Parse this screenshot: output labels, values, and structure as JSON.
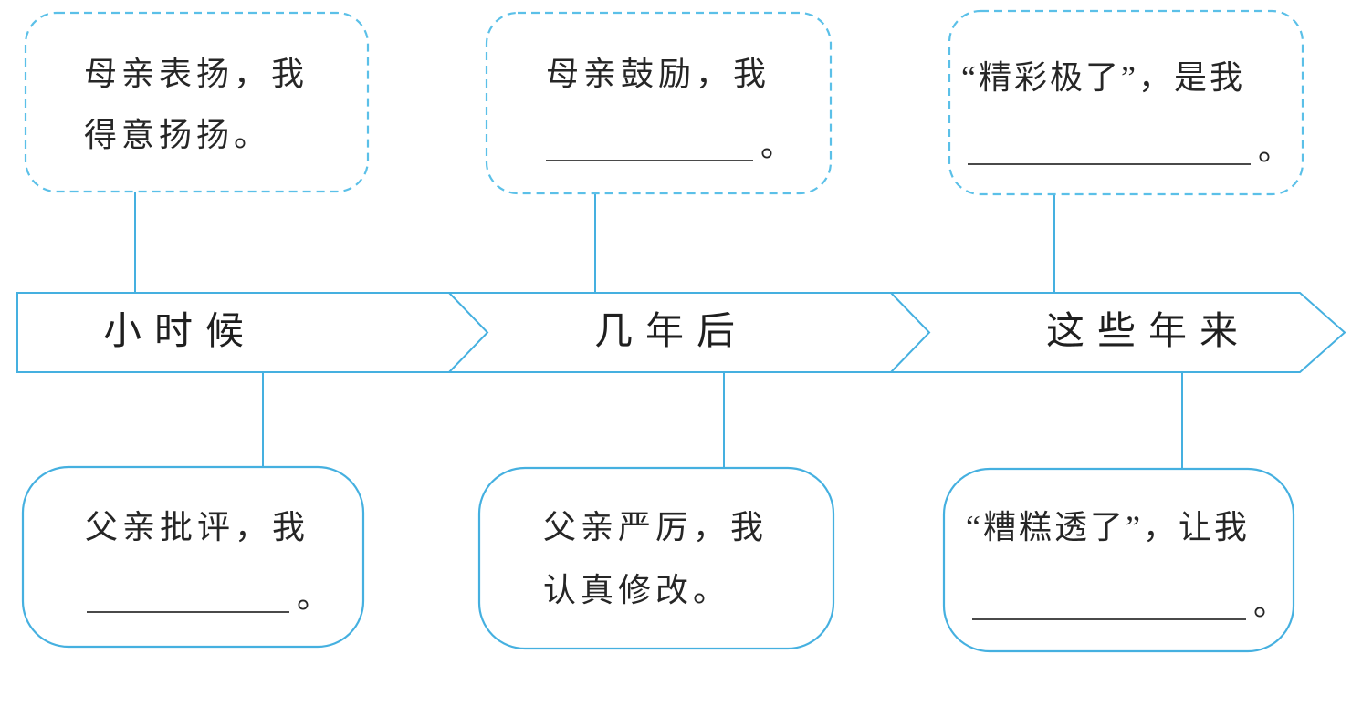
{
  "timeline": {
    "segments": [
      {
        "label": "小时候"
      },
      {
        "label": "几年后"
      },
      {
        "label": "这些年来"
      }
    ]
  },
  "top_boxes": [
    {
      "line1": "母亲表扬，我",
      "line2": "得意扬扬。"
    },
    {
      "line1": "母亲鼓励，我",
      "blank_suffix": "。"
    },
    {
      "line1": "“精彩极了”，是我",
      "blank_suffix": "。"
    }
  ],
  "bottom_boxes": [
    {
      "line1": "父亲批评，我",
      "blank_suffix": "。"
    },
    {
      "line1": "父亲严厉，我",
      "line2": "认真修改。"
    },
    {
      "line1": "“糟糕透了”，让我",
      "blank_suffix": "。"
    }
  ],
  "colors": {
    "solid_blue": "#45b0e0",
    "dashed_blue": "#5bc0e8",
    "text": "#262626",
    "underline": "#4a4a4a",
    "background": "#ffffff"
  }
}
